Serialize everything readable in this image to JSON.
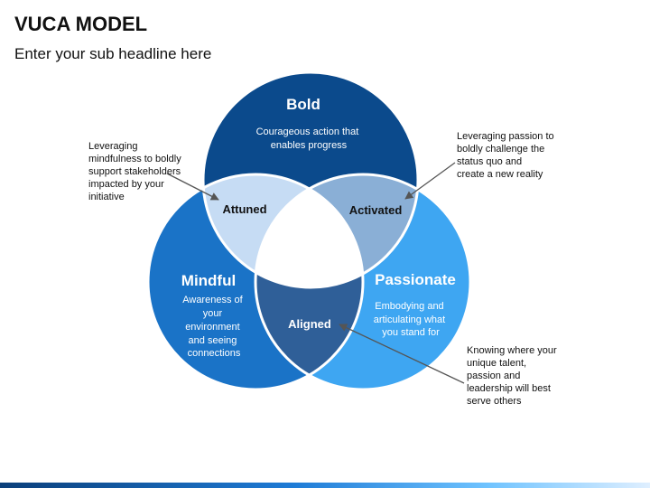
{
  "title": "VUCA MODEL",
  "subtitle": "Enter your sub headline here",
  "circles": {
    "bold": {
      "label": "Bold",
      "desc": [
        "Courageous action that",
        "enables progress"
      ]
    },
    "mindful": {
      "label": "Mindful",
      "desc": [
        "Awareness of",
        "your",
        "environment",
        "and seeing",
        "connections"
      ]
    },
    "passionate": {
      "label": "Passionate",
      "desc": [
        "Embodying and",
        "articulating what",
        "you stand for"
      ]
    }
  },
  "intersections": {
    "attuned": "Attuned",
    "activated": "Activated",
    "aligned": "Aligned"
  },
  "callouts": {
    "attuned": [
      "Leveraging",
      "mindfulness to boldly",
      "support stakeholders",
      "impacted by your",
      "initiative"
    ],
    "activated": [
      "Leveraging passion to",
      "boldly challenge the",
      "status quo and",
      "create a new reality"
    ],
    "aligned": [
      "Knowing where your",
      "unique talent,",
      "passion and",
      "leadership will best",
      "serve others"
    ]
  },
  "colors": {
    "bold": "#0b4a8c",
    "mindful": "#1a73c7",
    "passionate": "#3ea6f2",
    "attuned": "#c6dcf4",
    "activated": "#8aafd6",
    "aligned": "#2f5f98"
  }
}
